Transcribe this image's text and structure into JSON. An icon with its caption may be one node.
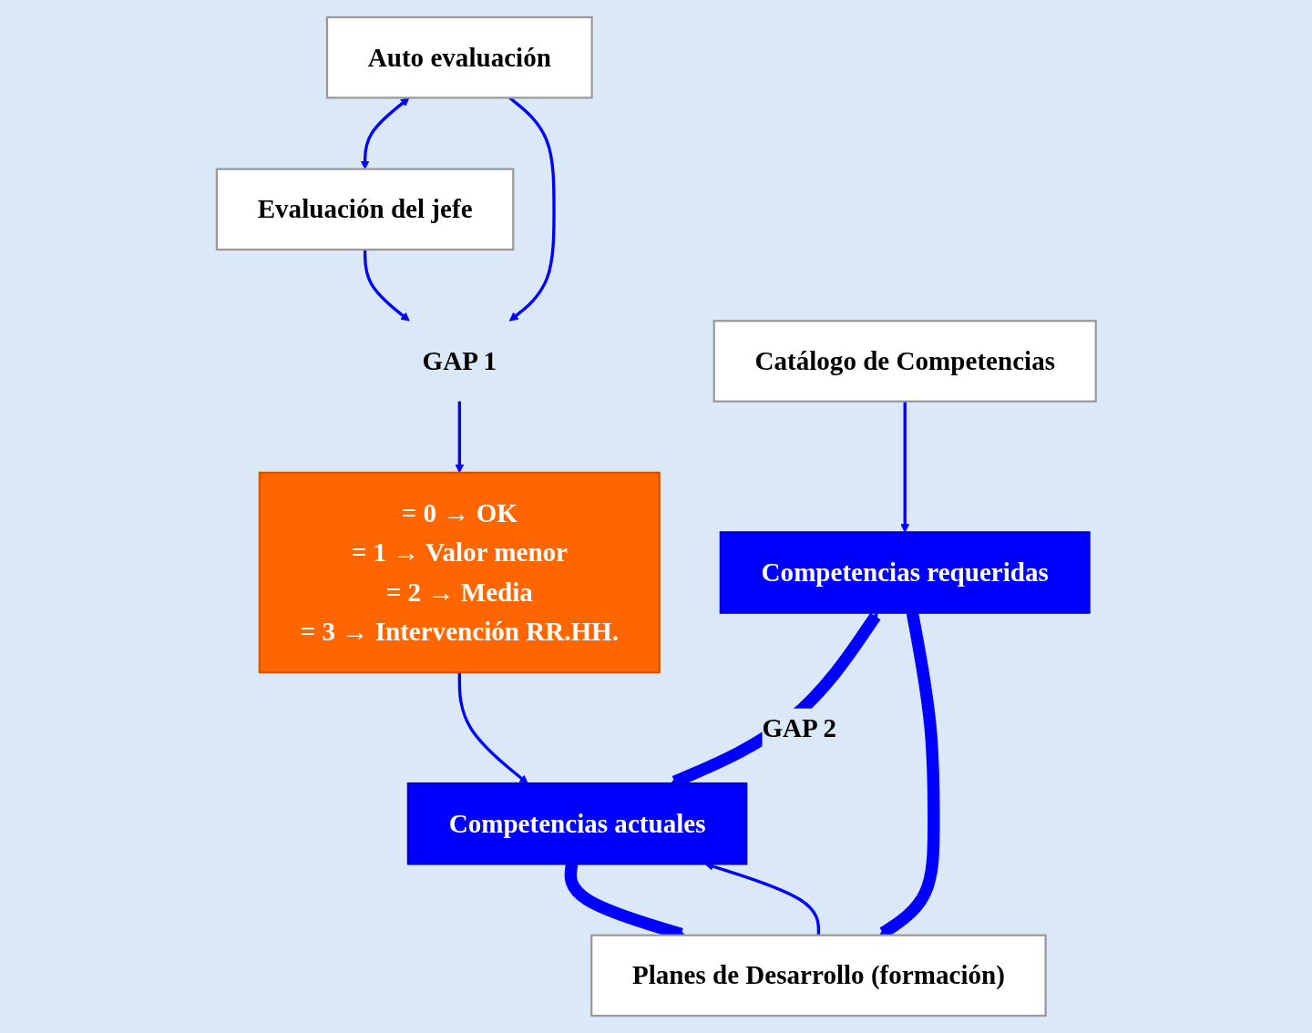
{
  "diagram": {
    "nodes": [
      {
        "text": [
          "Auto evaluación"
        ]
      },
      {
        "text": [
          "Evaluación del jefe"
        ]
      },
      {
        "text": [
          "GAP 1"
        ]
      },
      {
        "text": [
          "= 0 → OK",
          "= 1 → Valor menor",
          "= 2 → Media",
          "= 3 → Intervención RR.HH."
        ]
      },
      {
        "text": [
          "Catálogo de Competencias"
        ]
      },
      {
        "text": [
          "Competencias requeridas"
        ]
      },
      {
        "text": [
          "Competencias actuales"
        ]
      },
      {
        "text": [
          "Planes de Desarrollo (formación)"
        ]
      }
    ],
    "edges": [
      {
        "from": 0,
        "to": 1,
        "arrow": "both"
      },
      {
        "from": 0,
        "to": 2,
        "arrow": "to"
      },
      {
        "from": 1,
        "to": 2,
        "arrow": "to"
      },
      {
        "from": 2,
        "to": 3,
        "arrow": "to"
      },
      {
        "from": 4,
        "to": 5,
        "arrow": "to"
      },
      {
        "from": 3,
        "to": 6,
        "arrow": "to"
      },
      {
        "from": 5,
        "to": 6,
        "arrow": "both",
        "label": "GAP 2",
        "style": "thick"
      },
      {
        "from": 5,
        "to": 7,
        "arrow": "to",
        "style": "thick"
      },
      {
        "from": 6,
        "to": 7,
        "arrow": "to",
        "style": "thick"
      },
      {
        "from": 7,
        "to": 6,
        "arrow": "to"
      }
    ]
  }
}
